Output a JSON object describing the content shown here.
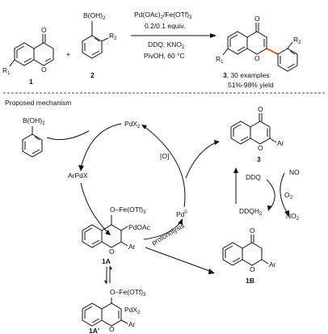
{
  "reaction": {
    "compound1_label": "1",
    "compound2_label": "2",
    "plus": "+",
    "boronic_acid": "B(OH)",
    "sub2": "2",
    "r1": "R",
    "r1_sub": "1",
    "r2": "R",
    "r2_sub": "2",
    "condition_line1": "Pd(OAc)",
    "condition_line1_sub": "2",
    "condition_line1_rest": "/Fe(OTf)",
    "condition_line1_sub2": "3",
    "condition_line2": "0.2/0.1 equiv.",
    "condition_line3": "DDQ, KNO",
    "condition_line3_sub": "2",
    "condition_line4": "PivOH, 60 °C",
    "product_label": "3",
    "product_examples": ", 30 examples",
    "product_yield": "51%-98% yield",
    "ring_o": "O"
  },
  "mechanism": {
    "title": "Proposed mechanism",
    "boronic_acid": "B(OH)",
    "sub2": "2",
    "pdx2": "PdX",
    "pdx2_sub": "2",
    "arpdx": "ArPdX",
    "pd0": "Pd",
    "pd0_sup": "0",
    "oxidant": "[O]",
    "product_label": "3",
    "ar": "Ar",
    "o": "O",
    "ddq": "DDQ",
    "ddqh2": "DDQH",
    "ddqh2_sub": "2",
    "no": "NO",
    "o2": "O",
    "o2_sub": "2",
    "no2": "NO",
    "no2_sub": "2",
    "intermediate_1a_label": "1A",
    "fe_otf": "O–Fe(OTf)",
    "fe_otf_sub": "3",
    "pdoac": "PdOAc",
    "protonolysis": "protonolysis",
    "product_1b_label": "1B",
    "intermediate_1a_prime_label": "1A'",
    "fe_otf_2": "O–Fe(OTf)",
    "pdx2_b": "PdX"
  }
}
